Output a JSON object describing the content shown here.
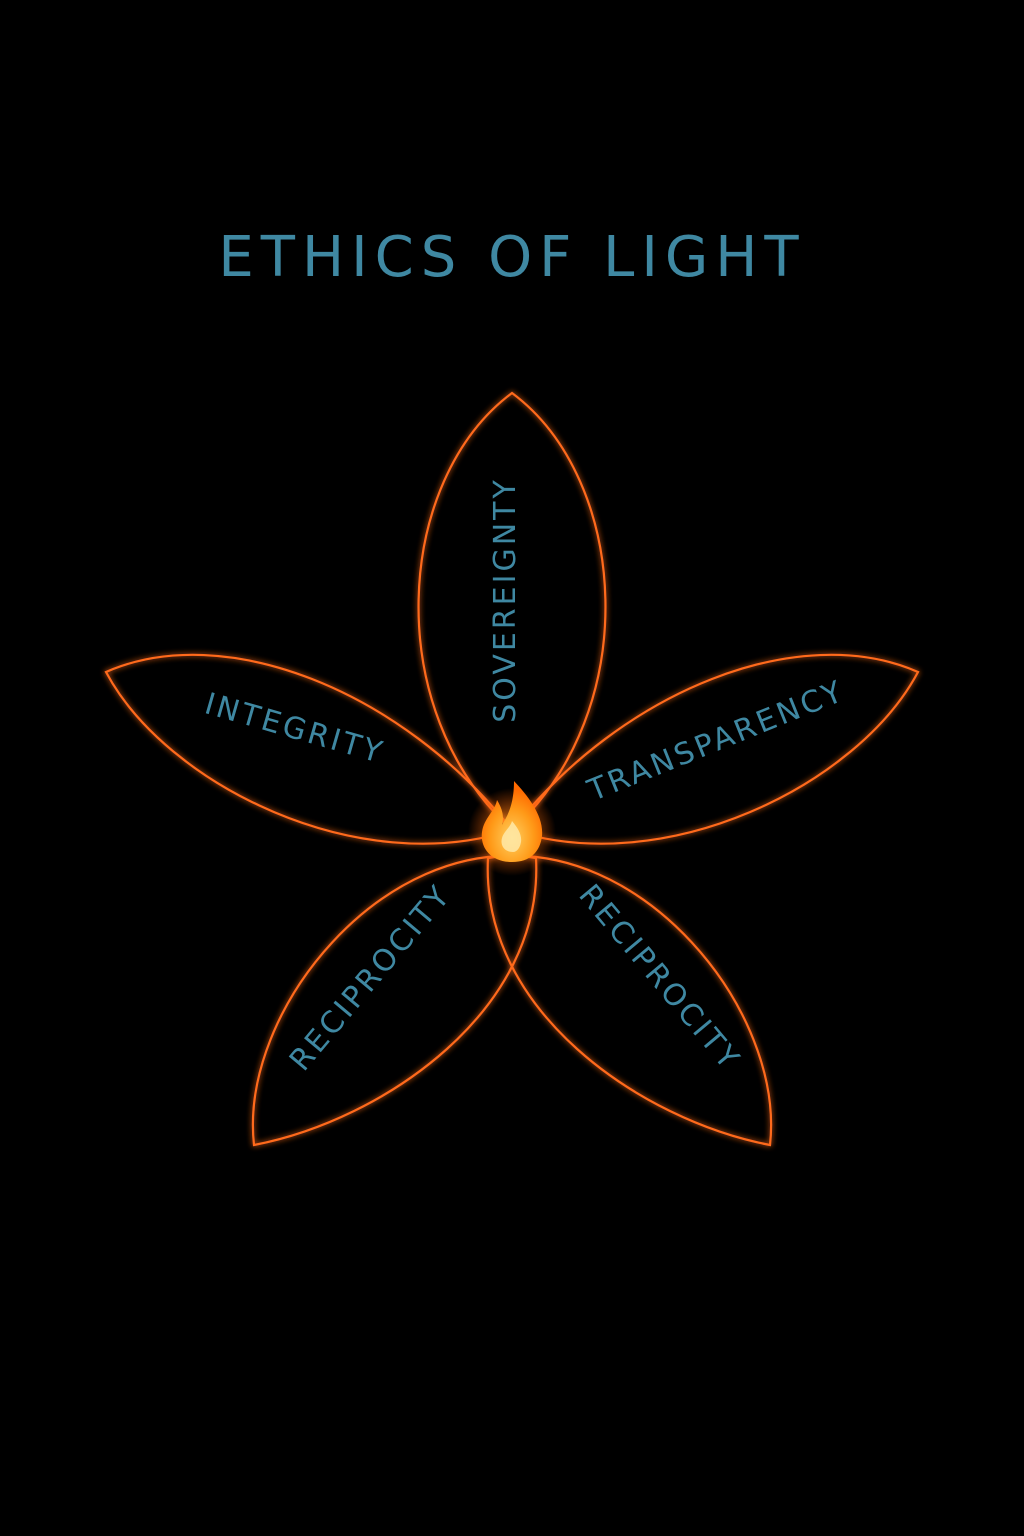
{
  "title": "ETHICS OF LIGHT",
  "petals": [
    {
      "label": "SOVEREIGNTY"
    },
    {
      "label": "TRANSPARENCY"
    },
    {
      "label": "RECIPROCITY"
    },
    {
      "label": "RECIPROCITY"
    },
    {
      "label": "INTEGRITY"
    }
  ],
  "center_icon": "flame-icon",
  "colors": {
    "background": "#000000",
    "petal_outline": "#ff6a1a",
    "text": "#3f88a2",
    "flame": "#ff8a10"
  }
}
